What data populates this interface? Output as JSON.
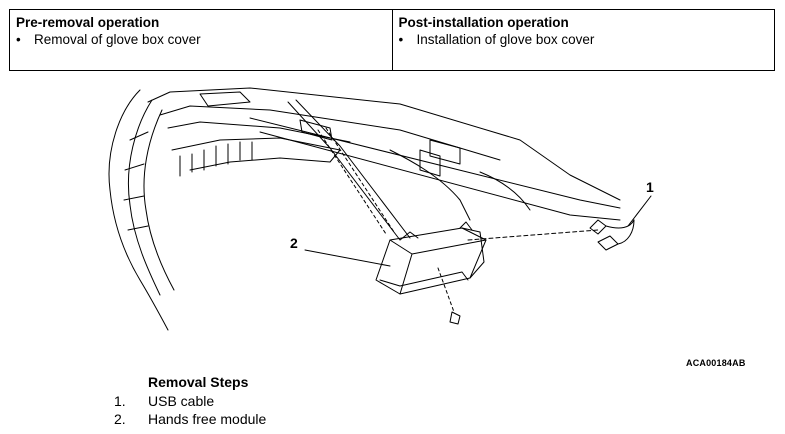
{
  "operations": {
    "pre_removal": {
      "title": "Pre-removal operation",
      "items": [
        "Removal of glove box cover"
      ]
    },
    "post_installation": {
      "title": "Post-installation operation",
      "items": [
        "Installation of glove box cover"
      ]
    }
  },
  "illustration": {
    "callouts": [
      "1",
      "2"
    ],
    "figure_id": "ACA00184AB"
  },
  "removal_steps": {
    "title": "Removal Steps",
    "steps": [
      {
        "number": "1.",
        "label": "USB cable"
      },
      {
        "number": "2.",
        "label": "Hands free module"
      }
    ]
  },
  "bullet_symbol": "•"
}
